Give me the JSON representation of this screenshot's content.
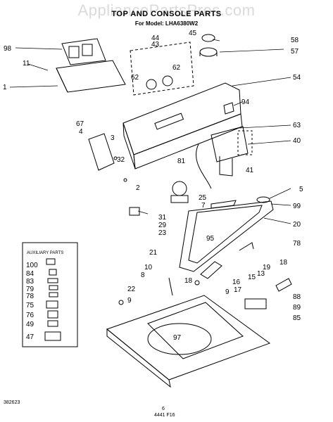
{
  "watermark": "AppliancePartsPros.com",
  "title": "TOP AND CONSOLE PARTS",
  "model": "For Model: LHA6380W2",
  "auxiliary_box": {
    "heading": "AUXILIARY PARTS",
    "items": [
      "100",
      "84",
      "83",
      "79",
      "78",
      "75",
      "76",
      "49",
      "47"
    ]
  },
  "callouts": [
    "98",
    "11",
    "1",
    "44",
    "43",
    "45",
    "58",
    "57",
    "62",
    "62",
    "54",
    "94",
    "67",
    "4",
    "3",
    "63",
    "40",
    "32",
    "81",
    "41",
    "2",
    "25",
    "7",
    "5",
    "99",
    "31",
    "29",
    "23",
    "20",
    "95",
    "78",
    "100",
    "84",
    "83",
    "79",
    "78",
    "75",
    "76",
    "49",
    "47",
    "21",
    "10",
    "8",
    "18",
    "16",
    "13",
    "19",
    "15",
    "17",
    "18",
    "88",
    "89",
    "22",
    "9",
    "9",
    "85",
    "97"
  ],
  "footer": {
    "code": "382623",
    "page_num": "6",
    "page_code": "4441 F16"
  }
}
